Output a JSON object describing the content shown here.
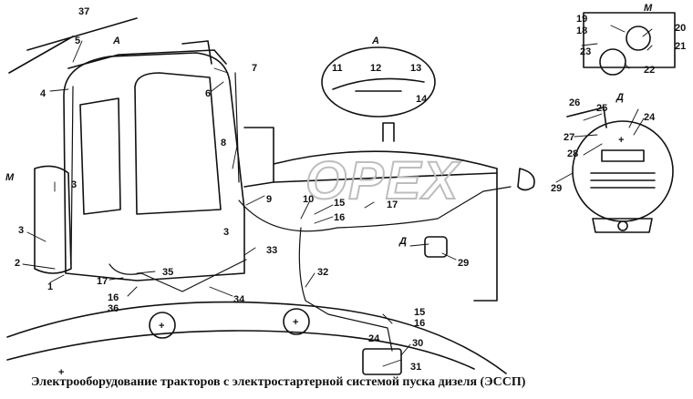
{
  "caption": "Электрооборудование тракторов с электростартерной системой пуска дизеля (ЭССП)",
  "watermark": "OPEX",
  "detail_views": {
    "a": "А",
    "m": "М",
    "d": "Д"
  },
  "callouts": {
    "c1": "1",
    "c2": "2",
    "c3a": "3",
    "c3b": "3",
    "c3c": "3",
    "c4": "4",
    "c5": "5",
    "c6": "6",
    "c7": "7",
    "c8": "8",
    "c9": "9",
    "c10": "10",
    "c11": "11",
    "c12": "12",
    "c13": "13",
    "c14": "14",
    "c15a": "15",
    "c15b": "15",
    "c16a": "16",
    "c16b": "16",
    "c16c": "16",
    "c17a": "17",
    "c17b": "17",
    "c18": "18",
    "c19": "19",
    "c20": "20",
    "c21": "21",
    "c22": "22",
    "c23": "23",
    "c24a": "24",
    "c24b": "24",
    "c25": "25",
    "c26": "26",
    "c27": "27",
    "c28": "28",
    "c29a": "29",
    "c29b": "29",
    "c30": "30",
    "c31": "31",
    "c32": "32",
    "c33": "33",
    "c34": "34",
    "c35": "35",
    "c36": "36",
    "c37": "37"
  },
  "plus": "+"
}
